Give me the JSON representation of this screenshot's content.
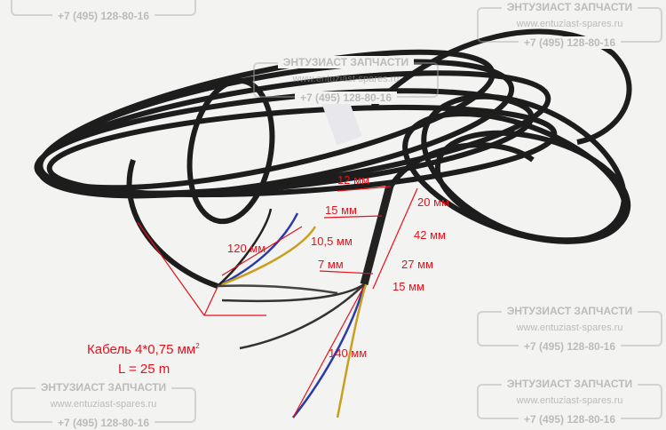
{
  "watermark": {
    "title": "ЭНТУЗИАСТ ЗАПЧАСТИ",
    "url": "www.entuziast-spares.ru",
    "phone": "+7 (495) 128-80-16"
  },
  "annotations": {
    "d12": "12 мм",
    "d20": "20 мм",
    "d15a": "15 мм",
    "d42": "42 мм",
    "d120": "120 мм",
    "d105": "10,5 мм",
    "d7": "7 мм",
    "d27": "27 мм",
    "d15b": "15 мм",
    "d140": "140 мм",
    "cable": "Кабель 4*0,75 мм",
    "cable_sup": "2",
    "length": "L = 25 m"
  },
  "colors": {
    "cable": "#1c1c1c",
    "annotation": "#e8101a",
    "bg": "#f3f3f2"
  }
}
